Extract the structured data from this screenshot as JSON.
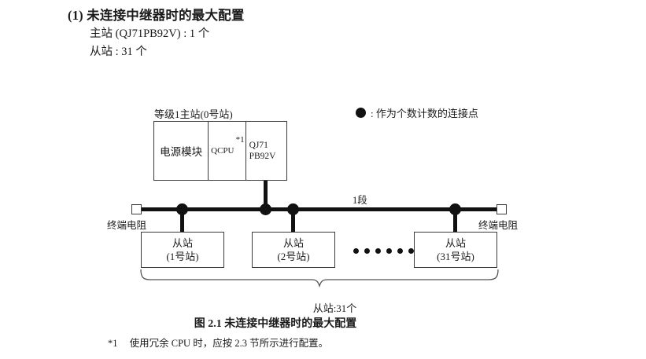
{
  "heading": {
    "number": "(1)",
    "title": "未连接中继器时的最大配置",
    "specs": [
      "主站 (QJ71PB92V) : 1 个",
      "从站 : 31 个"
    ]
  },
  "legend": {
    "symbol": "filled-circle",
    "text": ": 作为个数计数的连接点"
  },
  "diagram": {
    "master": {
      "label": "等级1主站(0号站)",
      "cells": {
        "power_module": "电源模块",
        "cpu": "QCPU",
        "cpu_note": "*1",
        "network_module_line1": "QJ71",
        "network_module_line2": "PB92V"
      }
    },
    "bus": {
      "segment_label": "1段",
      "terminator_left": "终端电阻",
      "terminator_right": "终端电阻"
    },
    "slaves": [
      {
        "name": "从站",
        "station": "(1号站)"
      },
      {
        "name": "从站",
        "station": "(2号站)"
      },
      {
        "name": "从站",
        "station": "(31号站)"
      }
    ],
    "ellipsis_count": 6,
    "brace_label": "从站:31个"
  },
  "caption": "图 2.1  未连接中继器时的最大配置",
  "footnote": {
    "mark": "*1",
    "text": "使用冗余 CPU 时，应按 2.3 节所示进行配置。"
  }
}
